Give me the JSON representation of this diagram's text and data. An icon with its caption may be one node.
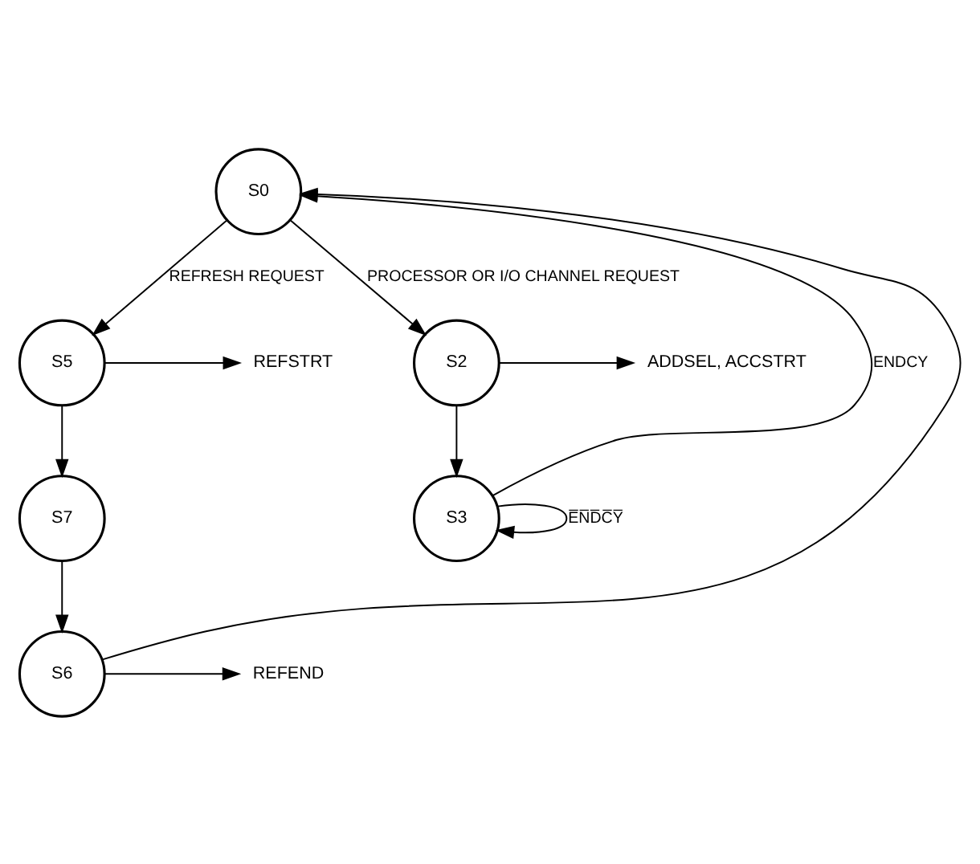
{
  "diagram": {
    "nodes": [
      {
        "text": [
          "S0"
        ]
      },
      {
        "text": [
          "REFSTRT"
        ]
      },
      {
        "text": [
          "S5"
        ]
      },
      {
        "text": [
          "S2"
        ]
      },
      {
        "text": [
          "ADDSEL, ACCSTRT"
        ]
      },
      {
        "text": [
          "S7"
        ]
      },
      {
        "text": [
          "S3"
        ]
      },
      {
        "text": [
          "REFEND"
        ]
      },
      {
        "text": [
          "S6"
        ]
      }
    ],
    "edges": [
      {
        "from": 0,
        "to": 2,
        "arrow": "to",
        "label": "REFRESH REQUEST"
      },
      {
        "from": 0,
        "to": 3,
        "arrow": "to",
        "label": "PROCESSOR OR I/O CHANNEL REQUEST"
      },
      {
        "from": 2,
        "to": 1,
        "arrow": "to"
      },
      {
        "from": 3,
        "to": 4,
        "arrow": "to"
      },
      {
        "from": 2,
        "to": 5,
        "arrow": "to"
      },
      {
        "from": 3,
        "to": 6,
        "arrow": "to"
      },
      {
        "from": 6,
        "to": 6,
        "arrow": "to",
        "label": "E̅N̅D̅C̅Y̅"
      },
      {
        "from": 6,
        "to": 0,
        "arrow": "to",
        "label": "ENDCY"
      },
      {
        "from": 5,
        "to": 8,
        "arrow": "to"
      },
      {
        "from": 8,
        "to": 7,
        "arrow": "to"
      },
      {
        "from": 8,
        "to": 0,
        "arrow": "to"
      }
    ]
  }
}
